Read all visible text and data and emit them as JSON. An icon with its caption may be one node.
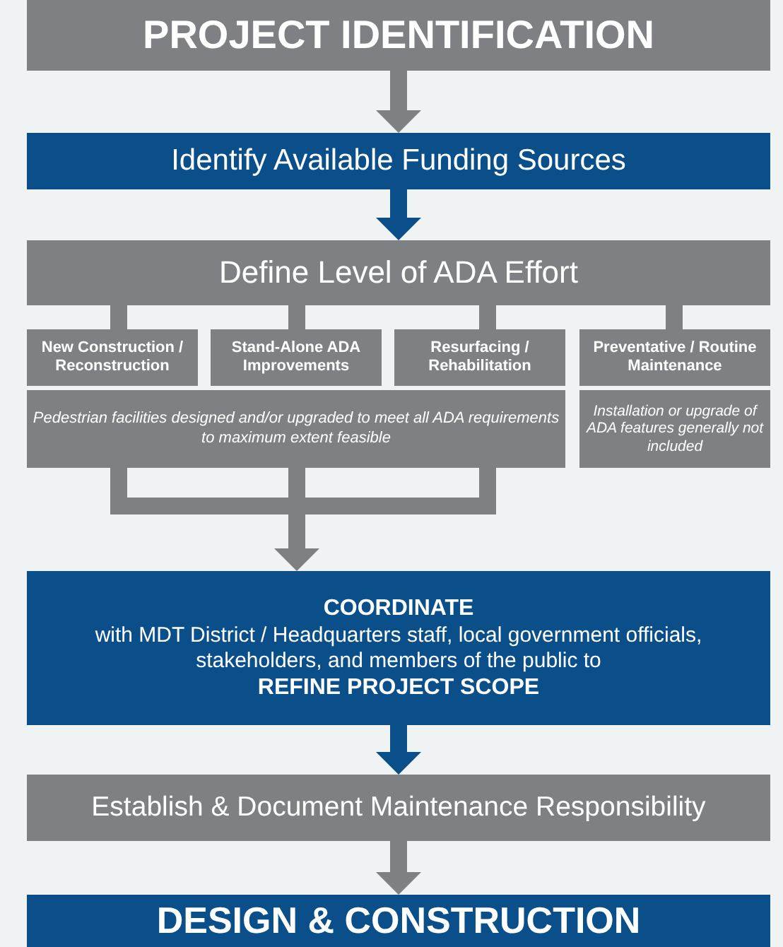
{
  "diagram": {
    "nodes": [
      {
        "text": [
          "PROJECT IDENTIFICATION"
        ]
      },
      {
        "text": [
          "Identify Available Funding Sources"
        ]
      },
      {
        "text": [
          "Define Level of ADA Effort"
        ]
      },
      {
        "text": [
          "New Construction / Reconstruction"
        ]
      },
      {
        "text": [
          "Stand-Alone ADA Improvements"
        ]
      },
      {
        "text": [
          "Resurfacing / Rehabilitation"
        ]
      },
      {
        "text": [
          "Preventative / Routine Maintenance"
        ]
      },
      {
        "text": [
          "Pedestrian facilities designed and/or upgraded to meet all ADA requirements to maximum extent feasible"
        ]
      },
      {
        "text": [
          "Installation or upgrade of ADA features generally not included"
        ]
      },
      {
        "text": [
          "COORDINATE",
          "with MDT District / Headquarters staff, local government officials, stakeholders, and members of the public to",
          "REFINE PROJECT SCOPE"
        ]
      },
      {
        "text": [
          "Establish & Document Maintenance Responsibility"
        ]
      },
      {
        "text": [
          "DESIGN & CONSTRUCTION"
        ]
      }
    ],
    "edges": [
      {
        "from": 0,
        "to": 1,
        "arrow": "to"
      },
      {
        "from": 1,
        "to": 2,
        "arrow": "to",
        "color": "#0b4f8a"
      },
      {
        "from": 2,
        "to": 3,
        "arrow": "none"
      },
      {
        "from": 2,
        "to": 4,
        "arrow": "none"
      },
      {
        "from": 2,
        "to": 5,
        "arrow": "none"
      },
      {
        "from": 2,
        "to": 6,
        "arrow": "none"
      },
      {
        "from": 7,
        "to": 9,
        "arrow": "to"
      },
      {
        "from": 9,
        "to": 10,
        "arrow": "to",
        "color": "#0b4f8a"
      },
      {
        "from": 10,
        "to": 11,
        "arrow": "to"
      }
    ]
  }
}
